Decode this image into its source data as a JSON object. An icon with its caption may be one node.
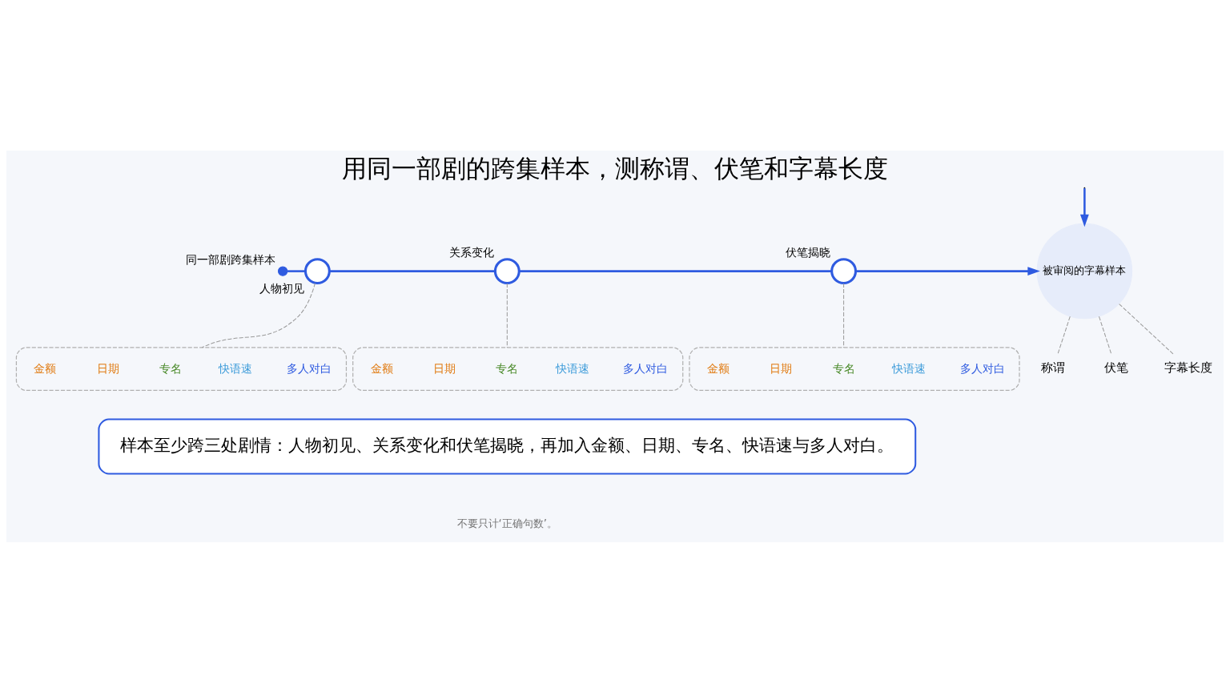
{
  "diagram": {
    "title": "用同一部剧的跨集样本，测称谓、伏笔和字幕长度",
    "nodes": [
      {
        "text": [],
        "shape": "circle",
        "beside": [
          "同一部剧跨集样本"
        ]
      },
      {
        "text": [],
        "shape": "circle",
        "beside": [
          "人物初见"
        ]
      },
      {
        "text": [],
        "shape": "box"
      },
      {
        "text": [
          "金额"
        ],
        "in": 2
      },
      {
        "text": [
          "日期"
        ],
        "in": 2
      },
      {
        "text": [
          "专名"
        ],
        "in": 2
      },
      {
        "text": [
          "快语速"
        ],
        "in": 2
      },
      {
        "text": [
          "多人对白"
        ],
        "in": 2
      },
      {
        "text": [],
        "shape": "circle",
        "beside": [
          "关系变化"
        ]
      },
      {
        "text": [],
        "shape": "box"
      },
      {
        "text": [
          "金额"
        ],
        "in": 9
      },
      {
        "text": [
          "日期"
        ],
        "in": 9
      },
      {
        "text": [
          "专名"
        ],
        "in": 9
      },
      {
        "text": [
          "快语速"
        ],
        "in": 9
      },
      {
        "text": [
          "多人对白"
        ],
        "in": 9
      },
      {
        "text": [],
        "shape": "circle",
        "beside": [
          "伏笔揭晓"
        ]
      },
      {
        "text": [],
        "shape": "box"
      },
      {
        "text": [
          "金额"
        ],
        "in": 16
      },
      {
        "text": [
          "日期"
        ],
        "in": 16
      },
      {
        "text": [
          "专名"
        ],
        "in": 16
      },
      {
        "text": [
          "快语速"
        ],
        "in": 16
      },
      {
        "text": [
          "多人对白"
        ],
        "in": 16
      },
      {
        "text": [
          "被审阅的字幕样本"
        ]
      },
      {
        "text": [
          "称谓"
        ]
      },
      {
        "text": [
          "伏笔"
        ]
      },
      {
        "text": [
          "字幕长度"
        ]
      },
      {
        "text": [
          "样本至少跨三处剧情：人物初见、关系变化和伏笔揭晓，再加入金额、日期、专名、快语速与多人对白。"
        ]
      }
    ],
    "edges": [
      {
        "from": 0,
        "to": 1,
        "arrow": "none",
        "color": "#2f5be0"
      },
      {
        "from": 1,
        "to": 8,
        "arrow": "none",
        "color": "#2f5be0"
      },
      {
        "from": 8,
        "to": 15,
        "arrow": "none",
        "color": "#2f5be0"
      },
      {
        "from": 15,
        "to": 22,
        "arrow": "to",
        "color": "#2f5be0"
      },
      {
        "from": null,
        "to": 22,
        "arrow": "to",
        "color": "#2f5be0"
      },
      {
        "from": 1,
        "to": 2,
        "arrow": "none",
        "style": "dashed",
        "color": "#9a9a9a"
      },
      {
        "from": 8,
        "to": 9,
        "arrow": "none",
        "style": "dashed",
        "color": "#9a9a9a"
      },
      {
        "from": 15,
        "to": 16,
        "arrow": "none",
        "style": "dashed",
        "color": "#9a9a9a"
      },
      {
        "from": 22,
        "to": 23,
        "arrow": "none",
        "style": "dashed",
        "color": "#9a9a9a"
      },
      {
        "from": 22,
        "to": 24,
        "arrow": "none",
        "style": "dashed",
        "color": "#9a9a9a"
      },
      {
        "from": 22,
        "to": 25,
        "arrow": "none",
        "style": "dashed",
        "color": "#9a9a9a"
      }
    ],
    "labels": [
      "不要只计‘正确句数’。"
    ]
  }
}
